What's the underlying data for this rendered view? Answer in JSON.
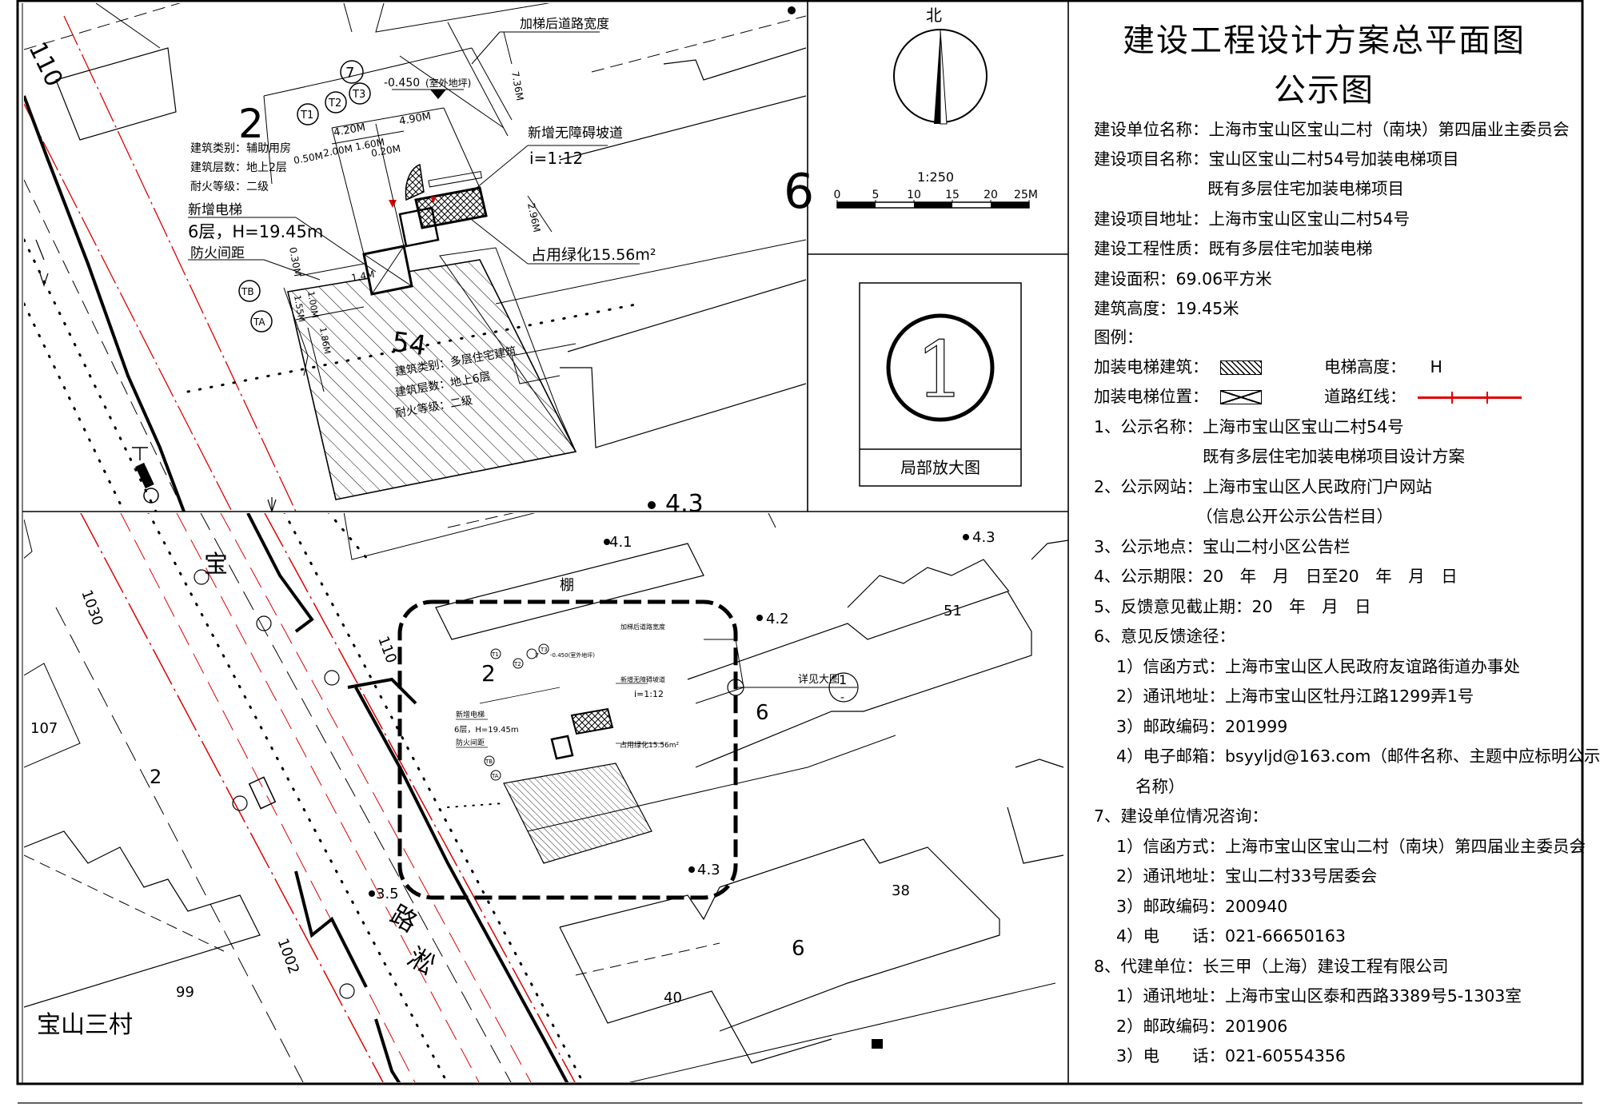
{
  "drawing": {
    "legend_box": {
      "number": "1",
      "caption": "局部放大图"
    },
    "north_label": "北",
    "scale": {
      "ratio": "1:250",
      "ticks": [
        "0",
        "5",
        "10",
        "15",
        "20",
        "25M"
      ]
    },
    "detail": {
      "road_label": "110",
      "building2_number": "2",
      "building2_type": "建筑类别：辅助用房",
      "building2_floors": "建筑层数：地上2层",
      "building2_fire": "耐火等级：二级",
      "building54_number": "54",
      "building54_type": "建筑类别：多层住宅建筑",
      "building54_floors": "建筑层数：地上6层",
      "building54_fire": "耐火等级：二级",
      "building6_number": "6",
      "elevator_new": "新增电梯",
      "elevator_height": "6层，H=19.45m",
      "fire_spacing": "防火间距",
      "ramp_new": "新增无障碍坡道",
      "ramp_slope": "i=1:12",
      "green_area": "占用绿化15.56m²",
      "road_width_after": "加梯后道路宽度",
      "elevation": "-0.450",
      "elevation_note": "(室外地坪)",
      "dim_736": "7.36M",
      "dim_490": "4.90M",
      "dim_420": "4.20M",
      "dim_200": "2.00M",
      "dim_160": "1.60M",
      "dim_050": "0.50M",
      "dim_020": "0.20M",
      "dim_296": "2.96M",
      "dim_030": "0.30M",
      "dim_100": "1.00M",
      "dim_155": "1.55M",
      "dim_186": "1.86M",
      "dim_14": "1.4M",
      "circle_7": "7",
      "circle_t1": "T1",
      "circle_t2": "T2",
      "circle_t3": "T3",
      "circle_tb": "TB",
      "circle_ta": "TA",
      "spot_43": "4.3"
    },
    "site": {
      "village": "宝山三村",
      "road_char1": "宝",
      "road_char2": "路",
      "road_char3": "淞",
      "shed": "棚",
      "no_1030": "1030",
      "no_107": "107",
      "no_2": "2",
      "no_1002": "1002",
      "no_99": "99",
      "no_110": "110",
      "no_51": "51",
      "no_6a": "6",
      "no_6b": "6",
      "no_38": "38",
      "no_40": "40",
      "mini_2": "2",
      "detail_link": "详见大图",
      "ref_num": "1",
      "ref_den": "-",
      "spot_41": "4.1",
      "spot_43a": "4.3",
      "spot_42": "4.2",
      "spot_43b": "4.3",
      "spot_35": "3.5",
      "mini_ramp_slope": "i=1:12",
      "mini_elev_h": "6层，H=19.45m",
      "mini_green": "占用绿化15.56m²",
      "mini_elevation": "-0.450(室外地坪)",
      "mini_ramp": "新增无障碍坡道",
      "mini_road": "加梯后道路宽度",
      "mini_fire": "防火间距",
      "mini_new_elev": "新增电梯",
      "mini_c7": "7",
      "mini_t1": "T1",
      "mini_t2": "T2",
      "mini_t3": "T3",
      "mini_tb": "TB",
      "mini_ta": "TA"
    }
  },
  "panel": {
    "title1": "建设工程设计方案总平面图",
    "title2": "公示图",
    "unit": "建设单位名称：上海市宝山区宝山二村（南块）第四届业主委员会",
    "project1": "建设项目名称：宝山区宝山二村54号加装电梯项目",
    "project2": "既有多层住宅加装电梯项目",
    "address": "建设项目地址：上海市宝山区宝山二村54号",
    "nature": "建设工程性质：既有多层住宅加装电梯",
    "area": "建设面积：69.06平方米",
    "height": "建筑高度：19.45米",
    "legend": "图例：",
    "lg_building": "加装电梯建筑：",
    "lg_elev_height": "电梯高度：",
    "lg_h": "H",
    "lg_position": "加装电梯位置：",
    "lg_redline": "道路红线：",
    "n1a": "1、公示名称：上海市宝山区宝山二村54号",
    "n1b": "既有多层住宅加装电梯项目设计方案",
    "n2a": "2、公示网站：上海市宝山区人民政府门户网站",
    "n2b": "（信息公开公示公告栏目）",
    "n3": "3、公示地点：宝山二村小区公告栏",
    "n4": "4、公示期限：20　年　月　日至20　年　月　日",
    "n5": "5、反馈意见截止期：20　年　月　日",
    "n6": "6、意见反馈途径：",
    "n6_1": "1）信函方式：上海市宝山区人民政府友谊路街道办事处",
    "n6_2": "2）通讯地址：上海市宝山区牡丹江路1299弄1号",
    "n6_3": "3）邮政编码：201999",
    "n6_4a": "4）电子邮箱：bsyyljd@163.com（邮件名称、主题中应标明公示",
    "n6_4b": "名称）",
    "n7": "7、建设单位情况咨询：",
    "n7_1": "1）信函方式：上海市宝山区宝山二村（南块）第四届业主委员会",
    "n7_2": "2）通讯地址：宝山二村33号居委会",
    "n7_3": "3）邮政编码：200940",
    "n7_4": "4）电　　话：021-66650163",
    "n8": "8、代建单位：长三甲（上海）建设工程有限公司",
    "n8_1": "1）通讯地址：上海市宝山区泰和西路3389号5-1303室",
    "n8_2": "2）邮政编码：201906",
    "n8_3": "3）电　　话：021-60554356"
  },
  "colors": {
    "ink": "#000000",
    "redline": "#e00000"
  }
}
